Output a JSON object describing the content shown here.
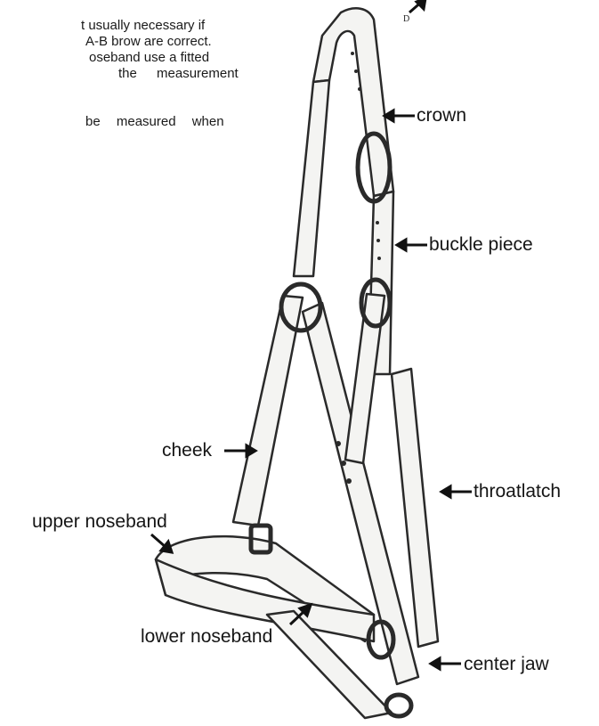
{
  "body_text": {
    "lines": [
      "t usually necessary if",
      "A-B brow are correct.",
      "oseband use a fitted",
      "the measurement",
      "be measured when"
    ]
  },
  "labels": {
    "crown": "crown",
    "buckle_piece": "buckle piece",
    "cheek": "cheek",
    "throatlatch": "throatlatch",
    "upper_noseband": "upper noseband",
    "center_jaw": "center jaw",
    "lower_noseband": "lower noseband"
  },
  "point_label": "D",
  "colors": {
    "ink": "#151515",
    "strap_fill": "#f4f4f2",
    "strap_line": "#2a2a2a"
  }
}
